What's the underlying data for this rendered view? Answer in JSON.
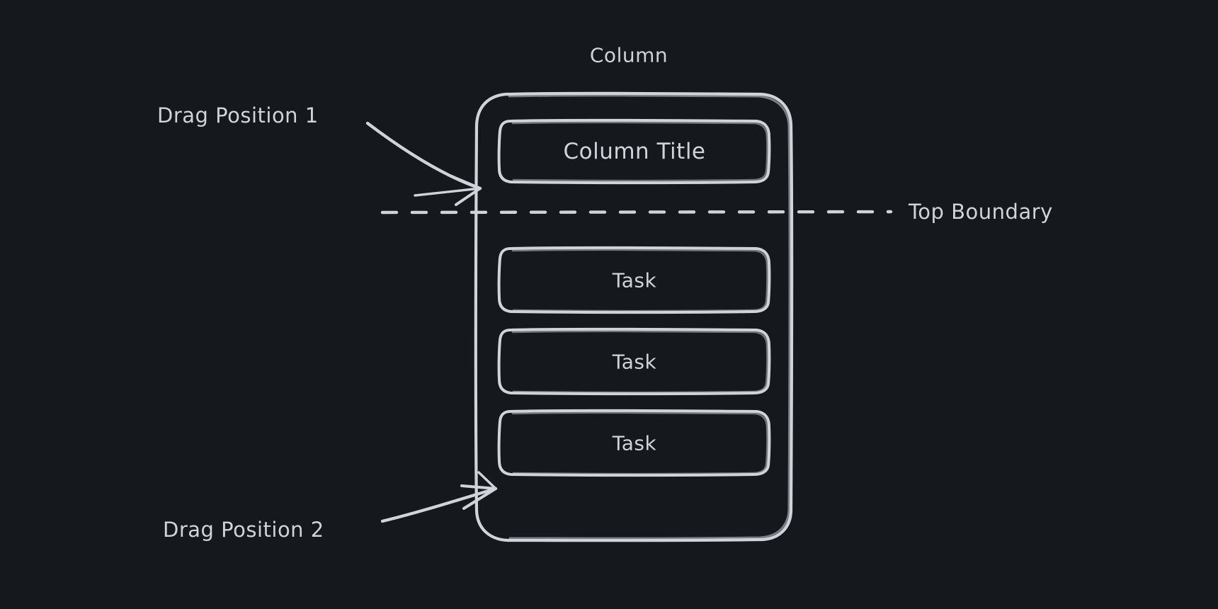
{
  "diagram": {
    "title_label": "Column",
    "background_color": "#15181c",
    "stroke_color": "#ced4da",
    "style": "hand-drawn-sketch"
  },
  "column": {
    "header": {
      "title": "Column Title"
    },
    "tasks": [
      {
        "label": "Task"
      },
      {
        "label": "Task"
      },
      {
        "label": "Task"
      }
    ]
  },
  "boundary": {
    "label": "Top Boundary",
    "line_style": "dashed"
  },
  "annotations": [
    {
      "label": "Drag Position 1"
    },
    {
      "label": "Drag Position 2"
    }
  ]
}
